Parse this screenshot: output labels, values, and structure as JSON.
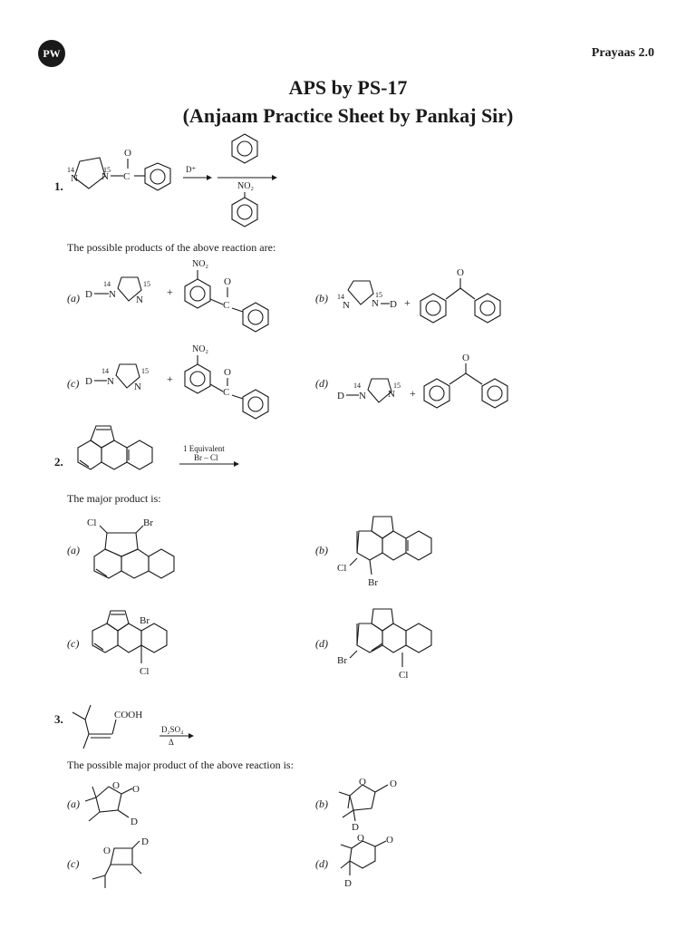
{
  "header": {
    "logo_text": "PW",
    "brand": "Prayaas 2.0"
  },
  "title": {
    "line1": "APS by PS-17",
    "line2": "(Anjaam Practice Sheet by Pankaj Sir)"
  },
  "questions": [
    {
      "number": "1.",
      "stem": "The possible products of the above reaction are:",
      "reagents": {
        "acid": "D⁺",
        "nitro": "NO₂",
        "carbonyl_o": "O",
        "carbonyl_c": "C",
        "n14": "14",
        "n15": "15",
        "n": "N",
        "d": "D",
        "plus": "+"
      },
      "options": [
        "(a)",
        "(b)",
        "(c)",
        "(d)"
      ]
    },
    {
      "number": "2.",
      "stem": "The major product is:",
      "reagents": {
        "line1": "1 Equivalent",
        "line2": "Br – Cl",
        "cl": "Cl",
        "br": "Br"
      },
      "options": [
        "(a)",
        "(b)",
        "(c)",
        "(d)"
      ]
    },
    {
      "number": "3.",
      "stem": "The possible major product of the above reaction is:",
      "reagents": {
        "acid": "COOH",
        "line1": "D₂SO₄",
        "line2": "Δ",
        "o": "O",
        "d": "D"
      },
      "options": [
        "(a)",
        "(b)",
        "(c)",
        "(d)"
      ]
    }
  ]
}
